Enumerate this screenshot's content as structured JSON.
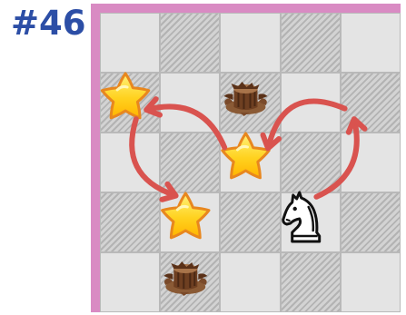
{
  "puzzle": {
    "number_label": "#46"
  },
  "board": {
    "rows": 5,
    "cols": 5,
    "pieces": {
      "knight": {
        "icon": "knight-icon",
        "row": 3,
        "col": 3
      },
      "stars": [
        {
          "icon": "star-icon",
          "row": 1,
          "col": 0
        },
        {
          "icon": "star-icon",
          "row": 2,
          "col": 2
        },
        {
          "icon": "star-icon",
          "row": 3,
          "col": 1
        }
      ],
      "holes": [
        {
          "icon": "stump-icon",
          "row": 1,
          "col": 2
        },
        {
          "icon": "stump-icon",
          "row": 4,
          "col": 1
        }
      ]
    },
    "moves": [
      {
        "from": [
          3,
          3
        ],
        "to": [
          1,
          4
        ]
      },
      {
        "from": [
          1,
          4
        ],
        "to": [
          2,
          2
        ]
      },
      {
        "from": [
          2,
          2
        ],
        "to": [
          1,
          0
        ]
      },
      {
        "from": [
          1,
          0
        ],
        "to": [
          3,
          1
        ]
      }
    ]
  },
  "colors": {
    "title": "#2c4ea6",
    "frame": "#d98bc3",
    "light_square": "#e4e4e4",
    "dark_square": "#c8c8c8",
    "arrow": "#d9534f",
    "star_fill": "#ffd21f",
    "star_outline": "#e8871e",
    "stump": "#6e3f21"
  }
}
